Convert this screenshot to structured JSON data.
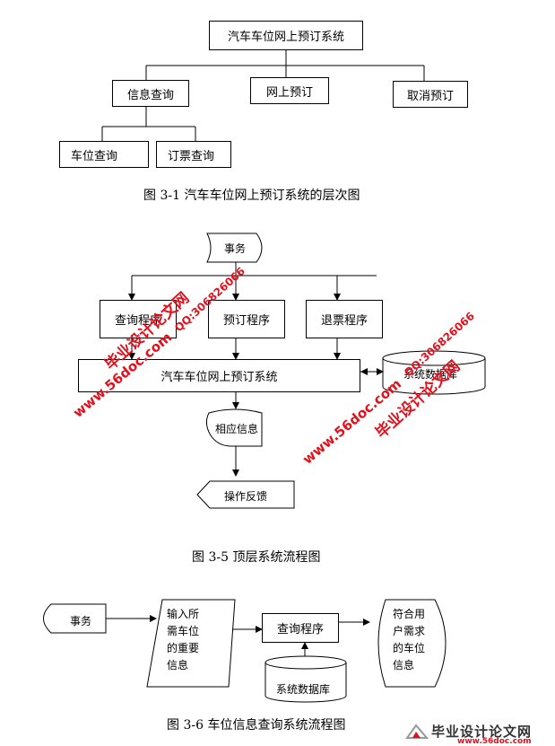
{
  "fig1": {
    "root": "汽车车位网上预订系统",
    "level2": [
      "信息查询",
      "网上预订",
      "取消预订"
    ],
    "level3": [
      "车位查询",
      "订票查询"
    ],
    "caption": "图 3-1 汽车车位网上预订系统的层次图"
  },
  "fig2": {
    "start": "事务",
    "procs": [
      "查询程序",
      "预订程序",
      "退票程序"
    ],
    "system": "汽车车位网上预订系统",
    "db": "系统数据库",
    "response": "相应信息",
    "feedback": "操作反馈",
    "caption": "图 3-5 顶层系统流程图"
  },
  "fig3": {
    "start": "事务",
    "input_lines": [
      "输入所",
      "需车位",
      "的重要",
      "信息"
    ],
    "process": "查询程序",
    "db": "系统数据库",
    "output_lines": [
      "符合用",
      "户需求",
      "的车位",
      "信息"
    ],
    "caption": "图 3-6 车位信息查询系统流程图"
  },
  "watermarks": {
    "site": "www.56doc.com",
    "qq": "QQ:306826066",
    "cn": "毕业设计论文网",
    "footer_site": "www.56doc.com",
    "footer_cn": "毕业设计论文网"
  },
  "colors": {
    "watermark": "#e3101c",
    "line": "#000000"
  }
}
